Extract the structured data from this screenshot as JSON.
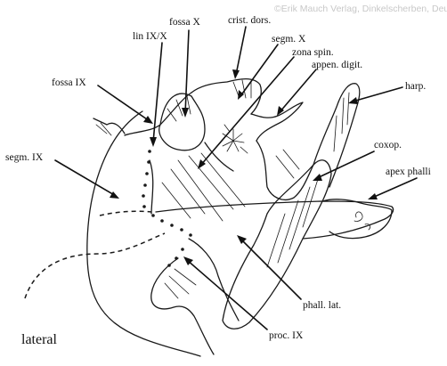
{
  "watermark": "©Erik Mauch Verlag, Dinkelscherben, Deutschland, Dow",
  "view_label": "lateral",
  "labels": {
    "fossa_x": "fossa X",
    "crist_dors": "crist. dors.",
    "lin_ix_x": "lin IX/X",
    "segm_x": "segm. X",
    "zona_spin": "zona spin.",
    "appen_digit": "appen. digit.",
    "fossa_ix": "fossa IX",
    "harp": "harp.",
    "segm_ix": "segm. IX",
    "coxop": "coxop.",
    "apex_phalli": "apex phalli",
    "phall_lat": "phall. lat.",
    "proc_ix": "proc. IX"
  }
}
